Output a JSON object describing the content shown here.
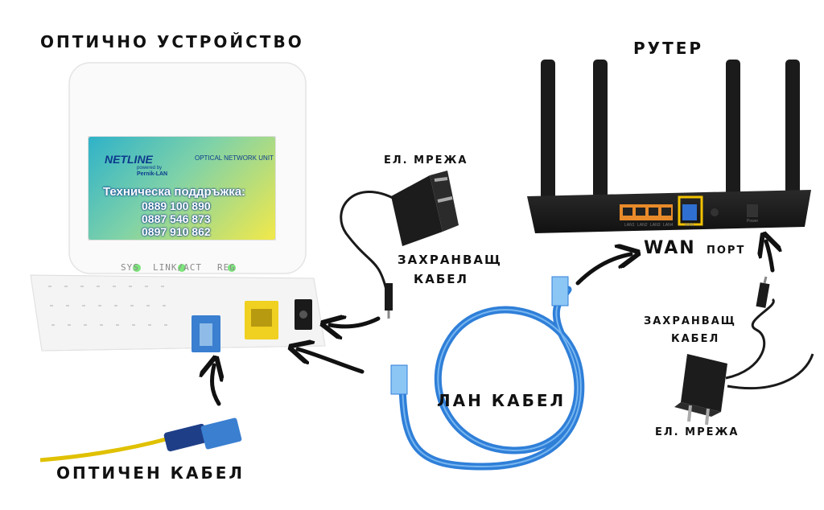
{
  "labels": {
    "optical_device": "ОПТИЧНО УСТРОЙСТВО",
    "router": "РУТЕР",
    "power_grid_1": "ЕЛ. МРЕЖА",
    "power_cable_1_line1": "ЗАХРАНВАЩ",
    "power_cable_1_line2": "КАБЕЛ",
    "wan_word": "WAN",
    "port_word": "ПОРТ",
    "power_cable_2_line1": "ЗАХРАНВАЩ",
    "power_cable_2_line2": "КАБЕЛ",
    "power_grid_2": "ЕЛ. МРЕЖА",
    "lan_cable": "ЛАН КАБЕЛ",
    "optical_cable": "ОПТИЧЕН КАБЕЛ"
  },
  "ont": {
    "brand": "NETLINE",
    "powered_by": "powered by",
    "powered_company": "Pernik-LAN",
    "unit_name": "OPTICAL NETWORK UNIT",
    "support_title": "Техническа поддръжка:",
    "phones": [
      "0889 100 890",
      "0887 546 873",
      "0897 910 862"
    ],
    "leds": [
      "SYS",
      "LINK/ACT",
      "REG"
    ]
  },
  "router": {
    "ports": [
      "LAN1",
      "LAN2",
      "LAN3",
      "LAN4",
      "WAN",
      "Power"
    ]
  },
  "colors": {
    "highlight": "#f2c200",
    "fiber_port": "#3a7fd0",
    "lan_port": "#f0d020",
    "router_ports": "#e88a2a",
    "cable_blue": "#2f7fd8",
    "fiber_yellow": "#e0c100",
    "led_green": "#5ce05c"
  }
}
